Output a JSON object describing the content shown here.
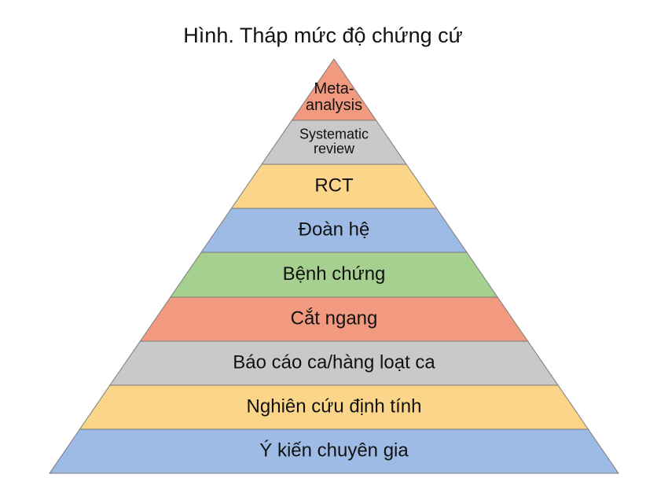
{
  "title": "Hình. Tháp mức độ chứng cứ",
  "levels": [
    {
      "lines": [
        "Meta-",
        "analysis"
      ],
      "color": "#f19a80"
    },
    {
      "lines": [
        "Systematic",
        "review"
      ],
      "color": "#c9c9c9"
    },
    {
      "lines": [
        "RCT"
      ],
      "color": "#fbd68a"
    },
    {
      "lines": [
        "Đoàn hệ"
      ],
      "color": "#9dbbe4"
    },
    {
      "lines": [
        "Bệnh chứng"
      ],
      "color": "#a5d08f"
    },
    {
      "lines": [
        "Cắt ngang"
      ],
      "color": "#f19a80"
    },
    {
      "lines": [
        "Báo cáo ca/hàng loạt ca"
      ],
      "color": "#c9c9c9"
    },
    {
      "lines": [
        "Nghiên cứu định tính"
      ],
      "color": "#fbd68a"
    },
    {
      "lines": [
        "Ý kiến chuyên gia"
      ],
      "color": "#9dbbe4"
    }
  ]
}
